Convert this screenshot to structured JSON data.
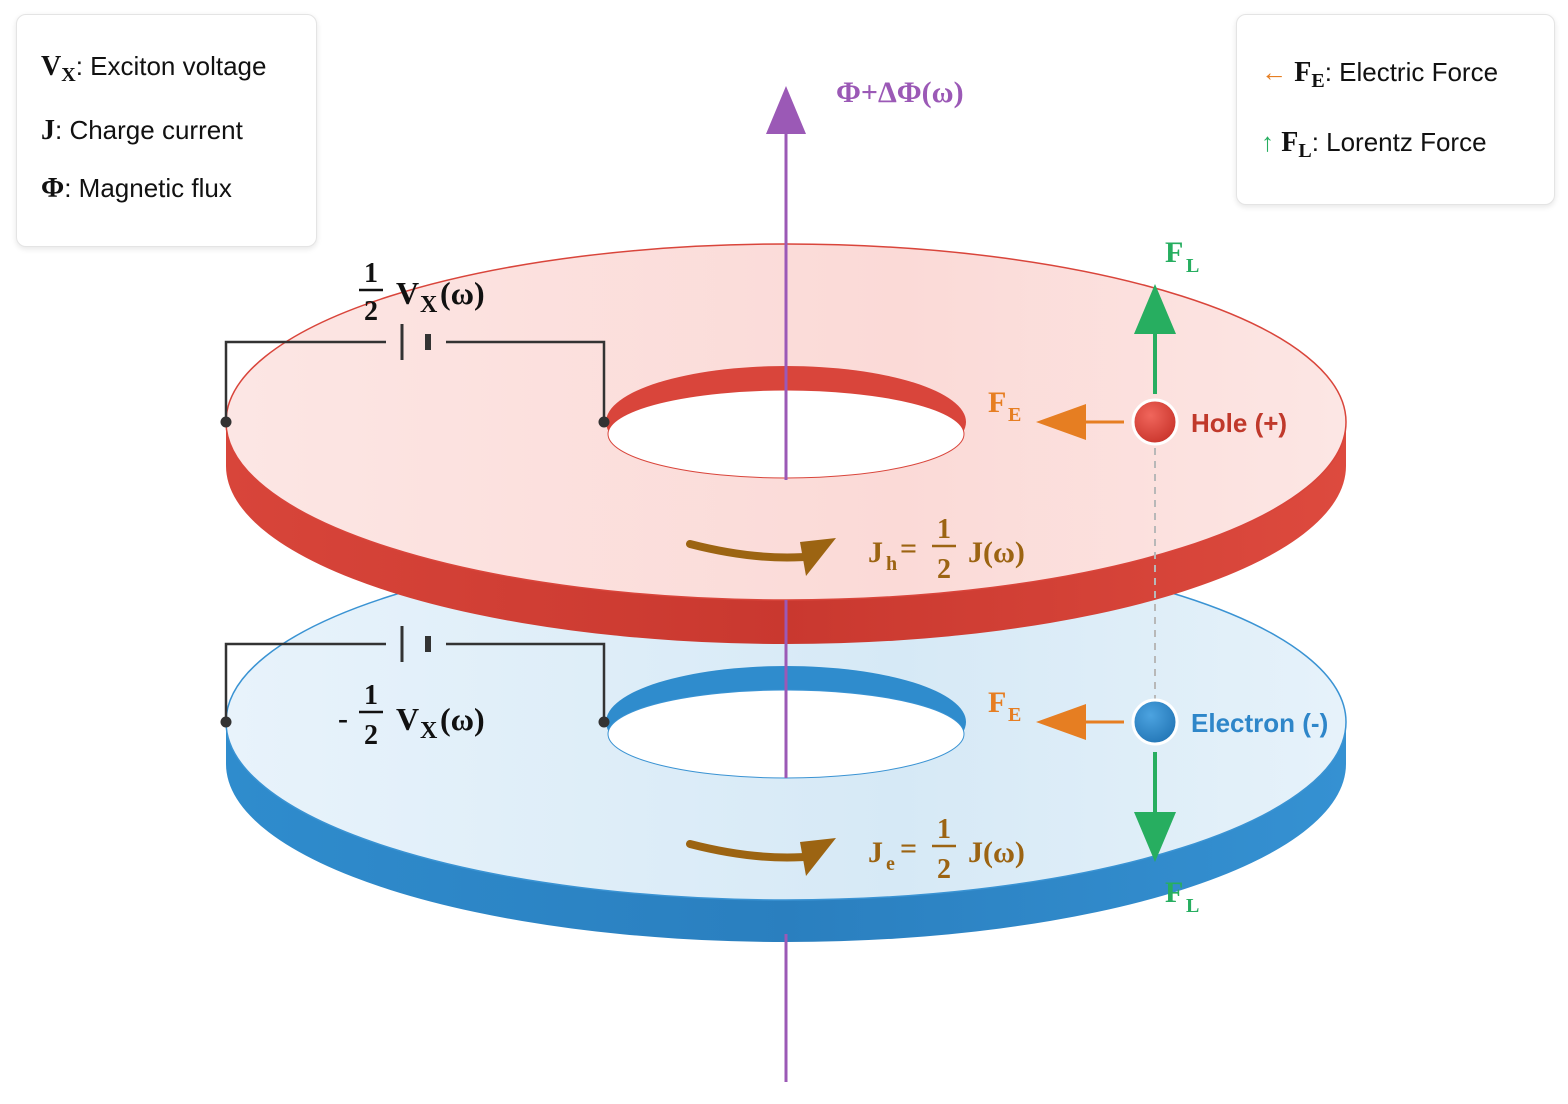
{
  "legend_left": {
    "items": [
      {
        "symbol": "V",
        "sub": "X",
        "text": ": Exciton voltage"
      },
      {
        "symbol": "J",
        "sub": "",
        "text": ": Charge current"
      },
      {
        "symbol": "Φ",
        "sub": "",
        "text": ": Magnetic flux"
      }
    ]
  },
  "legend_right": {
    "items": [
      {
        "arrow": "←",
        "symbol": "F",
        "sub": "E",
        "text": ": Electric Force",
        "color": "#e67e22"
      },
      {
        "arrow": "↑",
        "symbol": "F",
        "sub": "L",
        "text": ": Lorentz Force",
        "color": "#27ae60"
      }
    ]
  },
  "axis_label": "Φ+ΔΦ(ω)",
  "top_ring": {
    "voltage_num": "1",
    "voltage_den": "2",
    "voltage_rest": "V",
    "voltage_sub": "X",
    "voltage_tail": "(ω)",
    "current_main": "J",
    "current_sub": "h",
    "current_eq": "=",
    "current_num": "1",
    "current_den": "2",
    "current_tail": "J(ω)",
    "particle_label": "Hole (+)",
    "fe_main": "F",
    "fe_sub": "E",
    "fl_main": "F",
    "fl_sub": "L"
  },
  "bottom_ring": {
    "voltage_sign": "-",
    "voltage_num": "1",
    "voltage_den": "2",
    "voltage_rest": "V",
    "voltage_sub": "X",
    "voltage_tail": "(ω)",
    "current_main": "J",
    "current_sub": "e",
    "current_eq": "=",
    "current_num": "1",
    "current_den": "2",
    "current_tail": "J(ω)",
    "particle_label": "Electron (-)",
    "fe_main": "F",
    "fe_sub": "E",
    "fl_main": "F",
    "fl_sub": "L"
  },
  "colors": {
    "hole": "#d9453b",
    "electron": "#2e86c9",
    "flux": "#9b59b6",
    "electric": "#e67e22",
    "lorentz": "#27ae60",
    "current": "#9c6412"
  }
}
